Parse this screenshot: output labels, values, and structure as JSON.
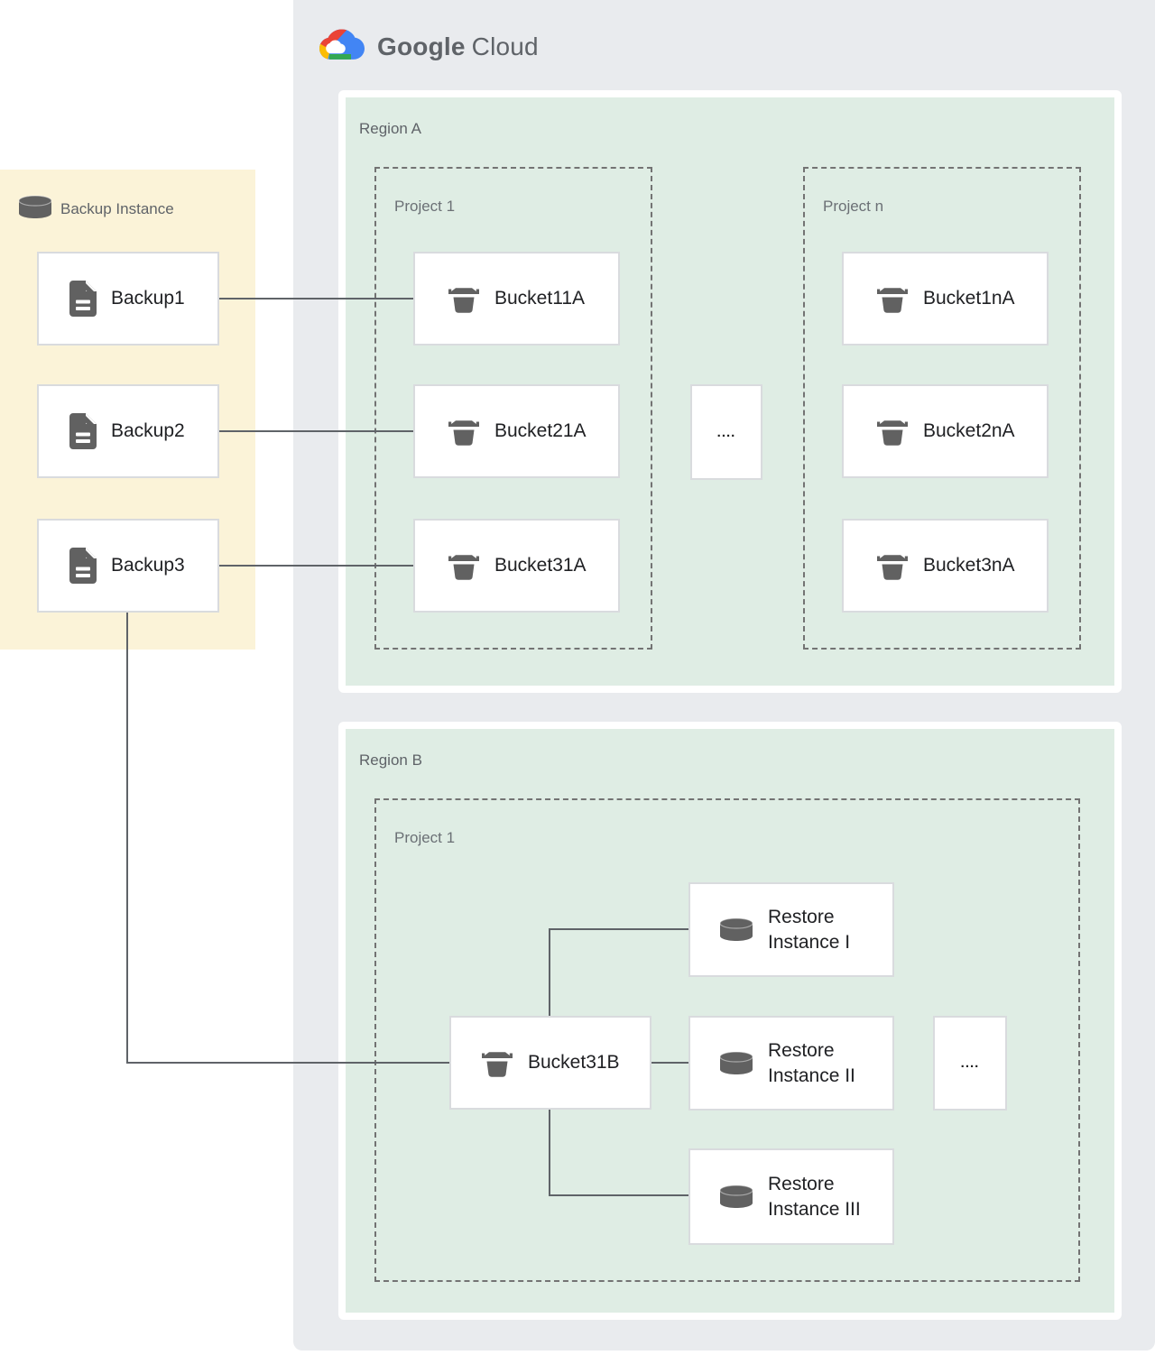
{
  "logo": {
    "brand": "Google",
    "suffix": "Cloud"
  },
  "backup_panel": {
    "title": "Backup Instance",
    "items": [
      {
        "label": "Backup1"
      },
      {
        "label": "Backup2"
      },
      {
        "label": "Backup3"
      }
    ]
  },
  "region_a": {
    "label": "Region A",
    "project_1": {
      "label": "Project 1",
      "buckets": [
        {
          "label": "Bucket11A"
        },
        {
          "label": "Bucket21A"
        },
        {
          "label": "Bucket31A"
        }
      ]
    },
    "ellipsis": "....",
    "project_n": {
      "label": "Project n",
      "buckets": [
        {
          "label": "Bucket1nA"
        },
        {
          "label": "Bucket2nA"
        },
        {
          "label": "Bucket3nA"
        }
      ]
    }
  },
  "region_b": {
    "label": "Region B",
    "project_1": {
      "label": "Project 1"
    },
    "bucket": {
      "label": "Bucket31B"
    },
    "ellipsis": "....",
    "restore_instances": [
      {
        "line1": "Restore",
        "line2": "Instance I"
      },
      {
        "line1": "Restore",
        "line2": "Instance II"
      },
      {
        "line1": "Restore",
        "line2": "Instance III"
      }
    ]
  },
  "colors": {
    "background_gray": "#E9EBEE",
    "region_green": "#DFEDE4",
    "backup_yellow": "#FBF3D8",
    "icon_gray": "#616161",
    "connector_gray": "#5F6368",
    "google_blue": "#4285F4",
    "google_red": "#EA4335",
    "google_yellow": "#FBBC04",
    "google_green": "#34A853"
  }
}
